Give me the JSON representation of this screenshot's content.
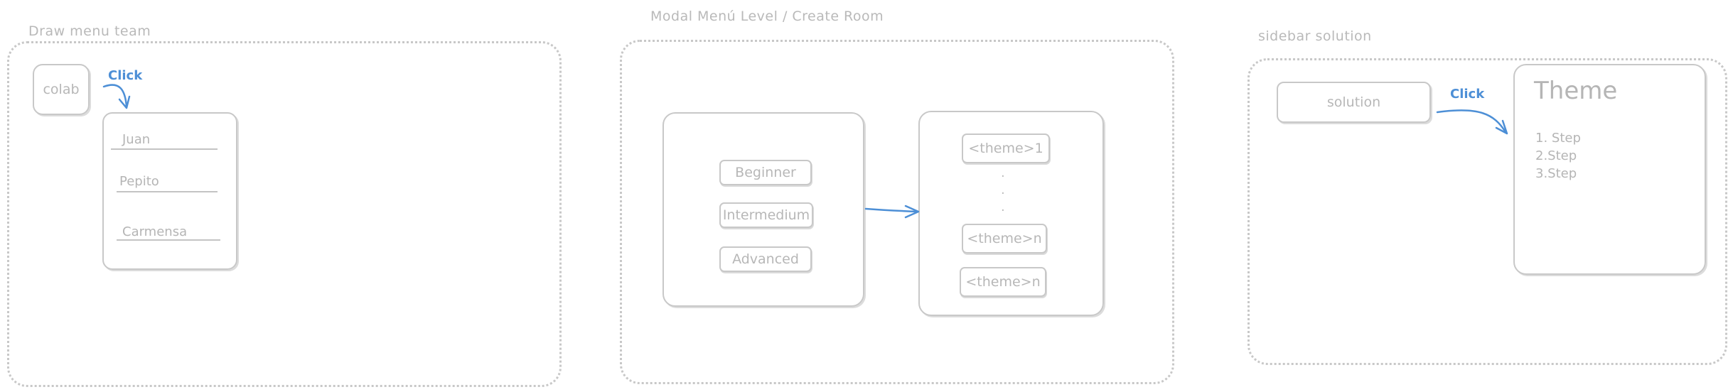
{
  "sections": {
    "team": {
      "label": "Draw menu team"
    },
    "modal": {
      "label": "Modal Menú Level / Create Room"
    },
    "sidebar": {
      "label": "sidebar solution"
    }
  },
  "team": {
    "button_label": "colab",
    "action_label": "Click",
    "members": [
      "Juan",
      "Pepito",
      "Carmensa"
    ]
  },
  "modal": {
    "levels": [
      "Beginner",
      "Intermedium",
      "Advanced"
    ],
    "themes": [
      "<theme>1",
      "<theme>n",
      "<theme>n"
    ],
    "ellipsis": [
      "·",
      "·",
      "·"
    ]
  },
  "sidebar": {
    "button_label": "solution",
    "action_label": "Click",
    "panel_title": "Theme",
    "steps": [
      "1. Step",
      "2.Step",
      "3.Step"
    ]
  },
  "colors": {
    "arrow": "#4d8fd6",
    "stroke": "#c8c8c8"
  }
}
